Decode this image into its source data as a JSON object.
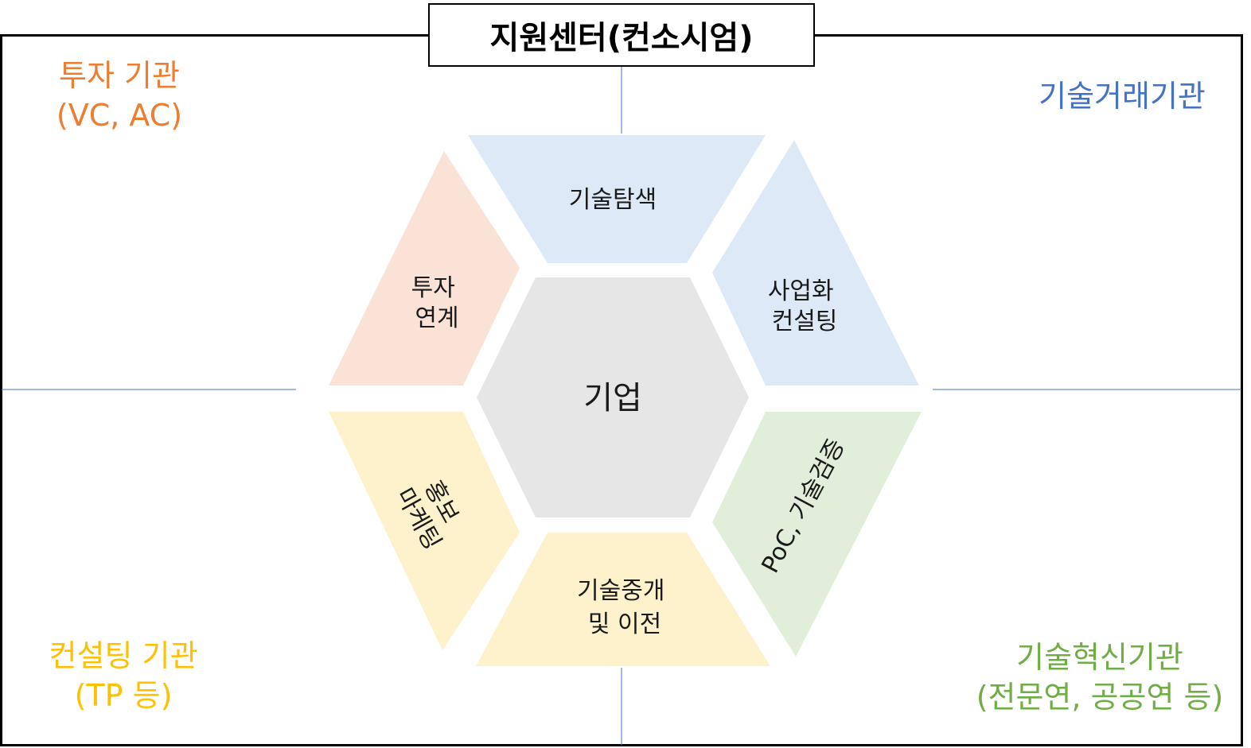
{
  "title": "지원센터(컨소시엄)",
  "center": {
    "label": "기업",
    "color": "#e6e6e6"
  },
  "segments": [
    {
      "id": "tech-search",
      "lines": [
        "기술탐색"
      ],
      "color": "#dde9f6"
    },
    {
      "id": "biz-consulting",
      "lines": [
        "사업화",
        "컨설팅"
      ],
      "color": "#dde9f6"
    },
    {
      "id": "poc-validation",
      "lines": [
        "PoC, 기술검증"
      ],
      "color": "#e1efda"
    },
    {
      "id": "tech-transfer",
      "lines": [
        "기술중개",
        "및 이전"
      ],
      "color": "#fef2cc"
    },
    {
      "id": "pr-marketing",
      "lines": [
        "홍보",
        "마케팅"
      ],
      "color": "#fef2cc"
    },
    {
      "id": "investment-link",
      "lines": [
        "투자",
        "연계"
      ],
      "color": "#fae3d6"
    }
  ],
  "corners": {
    "top_left": {
      "lines": [
        "투자 기관",
        "(VC, AC)"
      ],
      "color": "#ed7d31"
    },
    "top_right": {
      "lines": [
        "기술거래기관"
      ],
      "color": "#4472c4"
    },
    "bottom_left": {
      "lines": [
        "컨설팅 기관",
        "(TP 등)"
      ],
      "color": "#ffc000"
    },
    "bottom_right": {
      "lines": [
        "기술혁신기관",
        "(전문연, 공공연 등)"
      ],
      "color": "#70ad47"
    }
  },
  "colors": {
    "border": "#000000",
    "divider": "#4472c4"
  }
}
